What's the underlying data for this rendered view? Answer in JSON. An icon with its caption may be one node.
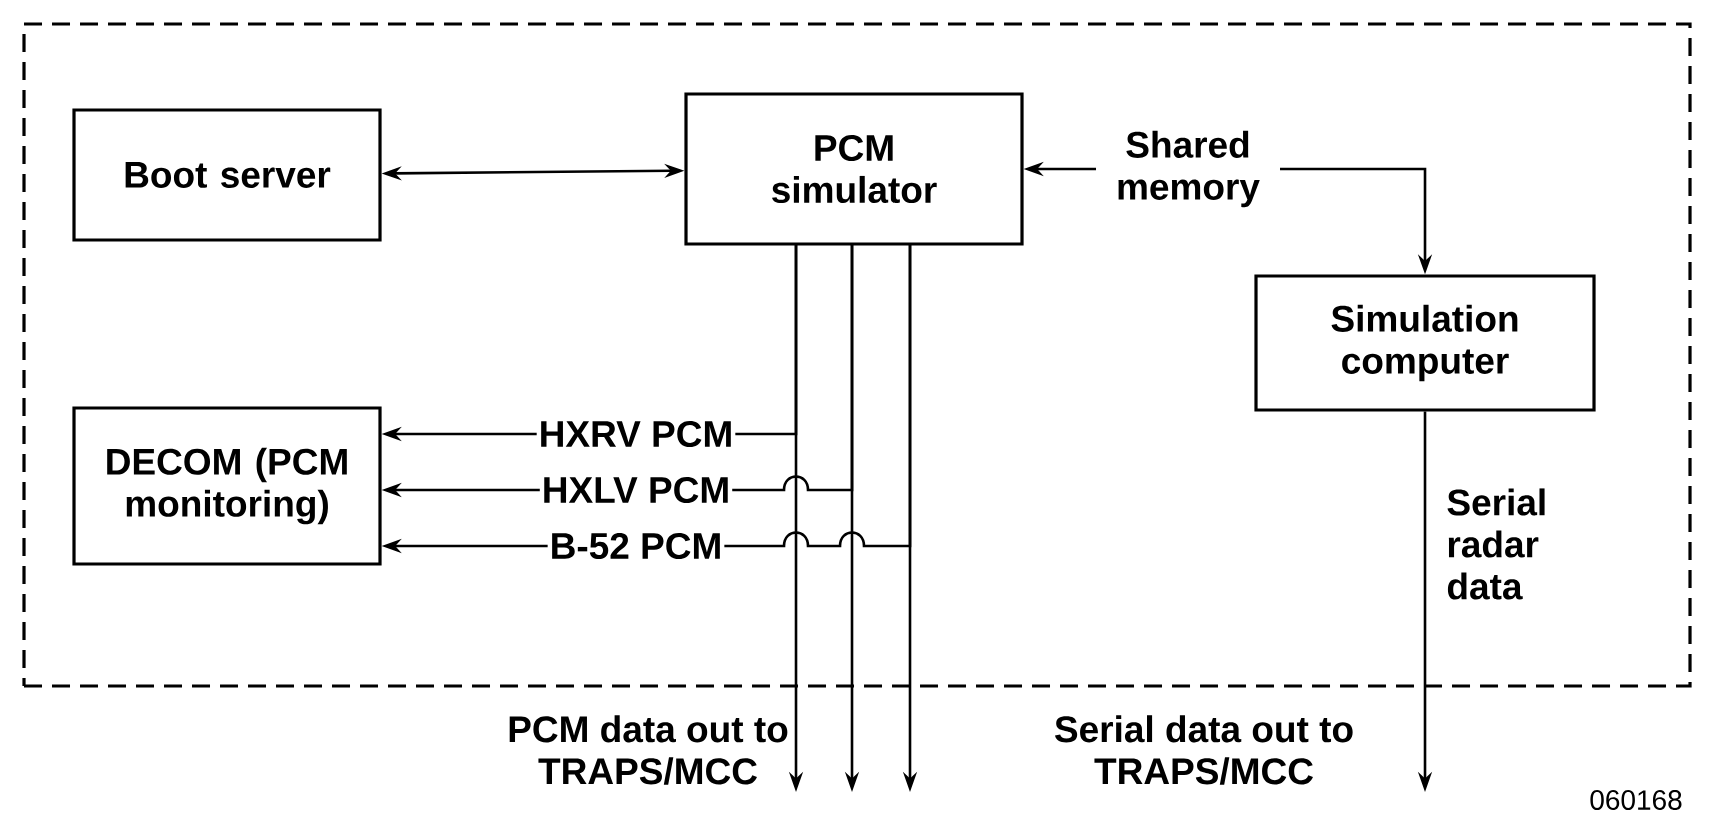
{
  "diagram": {
    "nodes": [
      {
        "text": [],
        "shape": "box"
      },
      {
        "text": [
          "Boot server"
        ],
        "in": 0
      },
      {
        "text": [
          "PCM simulator"
        ],
        "in": 0
      },
      {
        "text": [
          "Simulation computer"
        ],
        "in": 0
      },
      {
        "text": [
          "DECOM (PCM monitoring)"
        ],
        "in": 0
      },
      {
        "text": [
          "PCM data out to TRAPS/MCC"
        ]
      },
      {
        "text": [
          "Serial data out to TRAPS/MCC"
        ]
      }
    ],
    "edges": [
      {
        "from": 1,
        "to": 2,
        "arrow": "both"
      },
      {
        "from": 2,
        "to": 3,
        "arrow": "both",
        "label": "Shared memory"
      },
      {
        "from": 2,
        "to": 4,
        "arrow": "to",
        "label": "HXRV PCM"
      },
      {
        "from": 2,
        "to": 4,
        "arrow": "to",
        "label": "HXLV PCM"
      },
      {
        "from": 2,
        "to": 4,
        "arrow": "to",
        "label": "B-52 PCM"
      },
      {
        "from": 2,
        "to": 5,
        "arrow": "to"
      },
      {
        "from": 2,
        "to": 5,
        "arrow": "to"
      },
      {
        "from": 2,
        "to": 5,
        "arrow": "to"
      },
      {
        "from": 3,
        "to": 6,
        "arrow": "to",
        "label": "Serial radar data"
      }
    ],
    "labels": [
      "060168"
    ]
  }
}
